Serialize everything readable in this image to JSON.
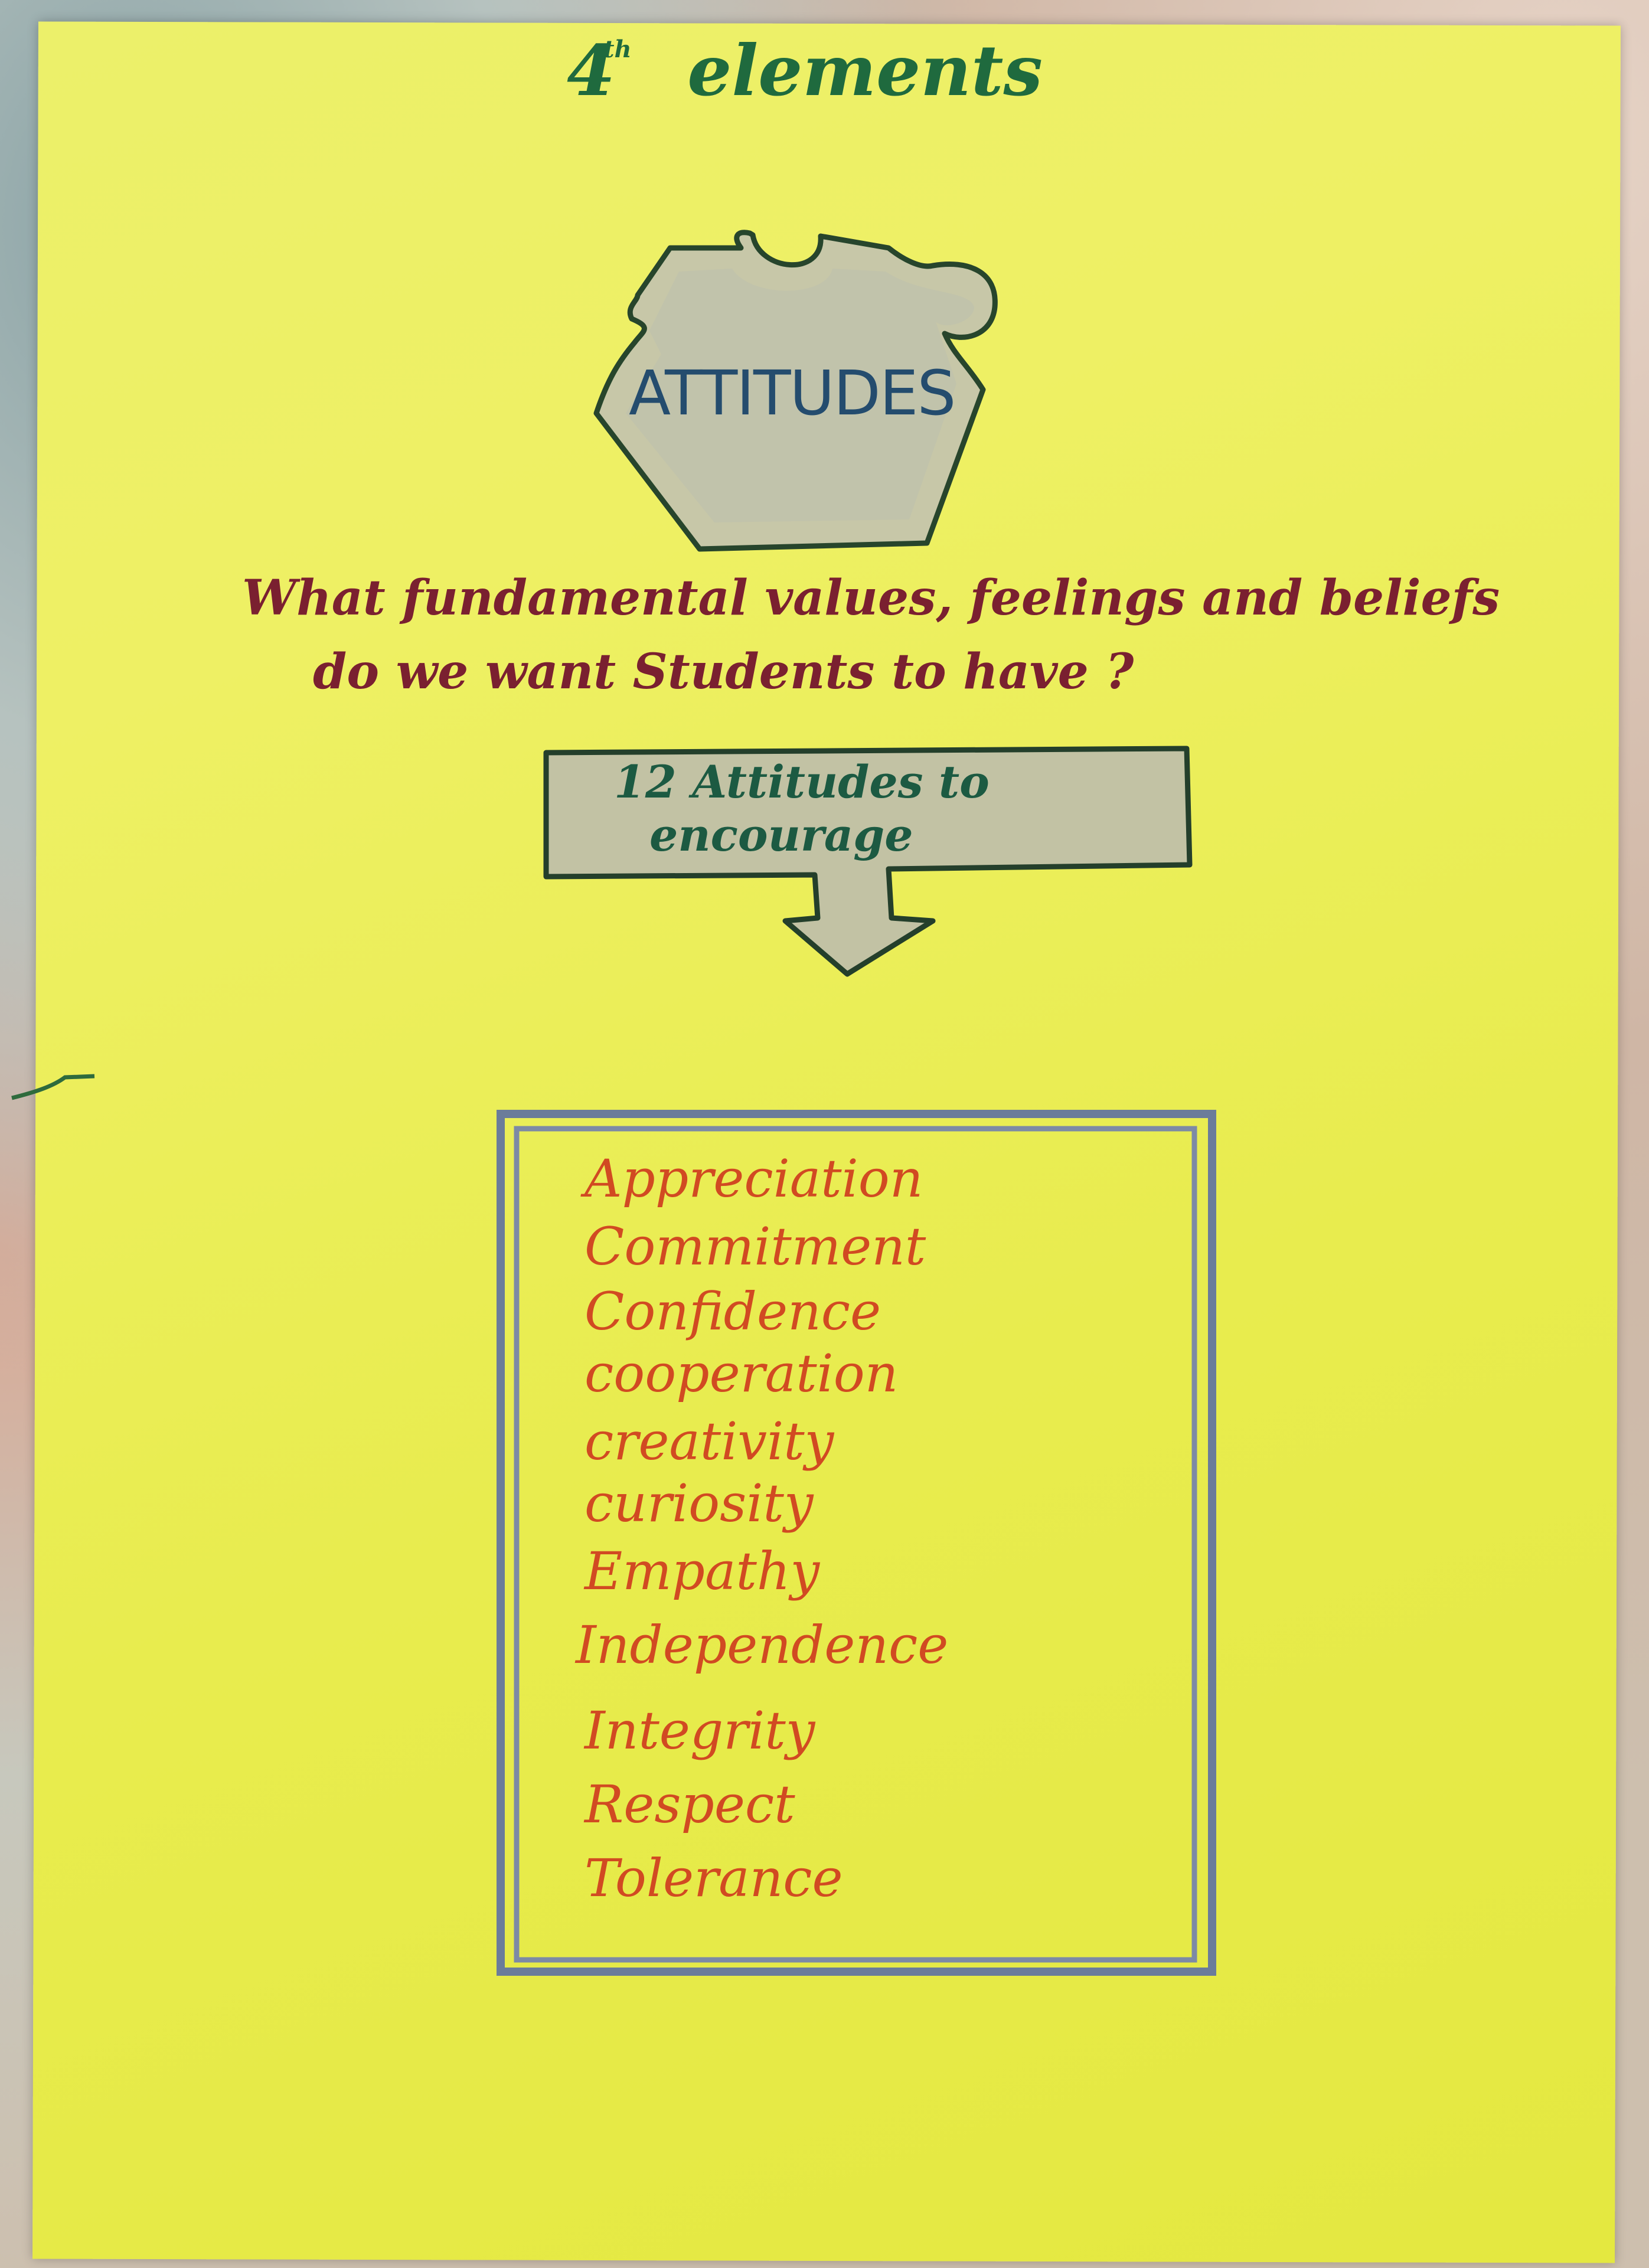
{
  "heading": {
    "ordinal": "4",
    "ordinal_suffix": "th",
    "title": "elements"
  },
  "puzzle_piece": {
    "label": "ATTITUDES",
    "icon": "puzzle-piece-icon"
  },
  "question": {
    "line1": "What fundamental values, feelings and beliefs",
    "line2": "do we want Students to have ?"
  },
  "arrow": {
    "line1": "12 Attitudes to",
    "line2": "encourage",
    "icon": "down-arrow-icon"
  },
  "attitudes": [
    "Appreciation",
    "Commitment",
    "Confidence",
    "cooperation",
    "creativity",
    "curiosity",
    "Empathy",
    "Independence",
    "Integrity",
    "Respect",
    "Tolerance"
  ],
  "colors": {
    "paper": "#eef064",
    "outline": "#1f4a2e",
    "heading": "#1f6a3e",
    "question": "#7a2030",
    "list_text": "#d14a22",
    "box_border": "#6b7c9a",
    "fill": "#c9c3a6"
  }
}
